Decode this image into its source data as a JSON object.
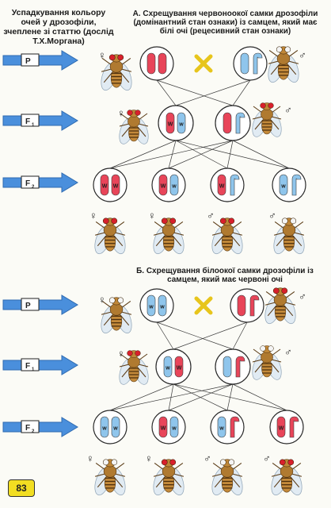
{
  "title": "Успадкування кольору очей у дрозофіли, зчеплене зі статтю (дослід Т.Х.Моргана)",
  "page_number": "83",
  "sections": [
    {
      "heading": "А. Схрещування червоноокої самки дрозофіли (домінантний стан ознаки) із самцем, який має білі очі (рецесивний стан ознаки)",
      "generations": [
        "P",
        "F1",
        "F2"
      ]
    },
    {
      "heading": "Б. Схрещування білоокої самки дрозофіли із самцем, який має червоні очі",
      "generations": [
        "P",
        "F1",
        "F2"
      ]
    }
  ],
  "symbols": {
    "female": "♀",
    "male": "♂",
    "cross": "×"
  },
  "alleles": {
    "dominant": "W",
    "recessive": "w"
  },
  "colors": {
    "red_x": "#e8455a",
    "white_x": "#8fc5ec",
    "arrow": "#4a8fdc",
    "cross": "#e7c51c",
    "eye_red": "#d8202c",
    "eye_white": "#f4f4f4",
    "badge": "#f2de22"
  }
}
